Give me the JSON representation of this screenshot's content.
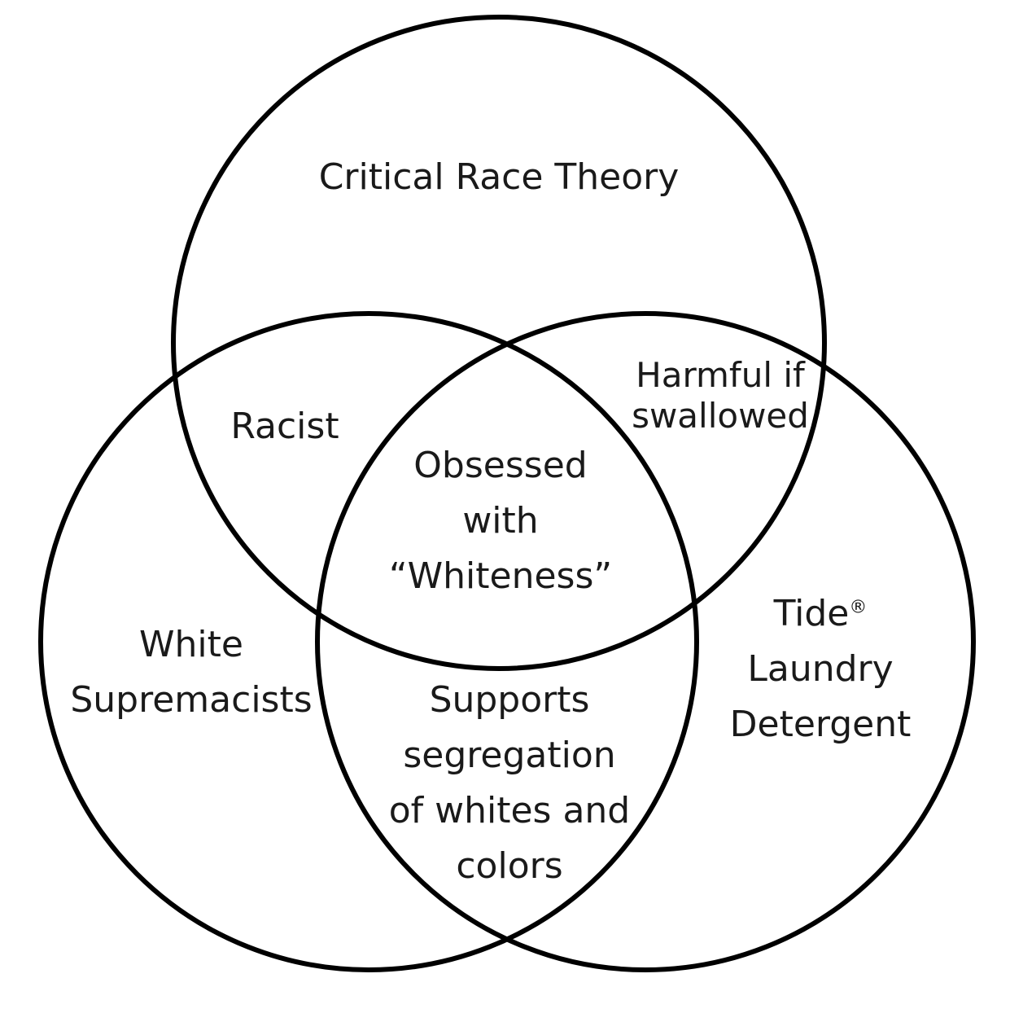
{
  "diagram": {
    "sets": {
      "top": "Critical Race Theory",
      "left_lines": [
        "White",
        "Supremacists"
      ],
      "right_lines": [
        "Tide",
        "Laundry",
        "Detergent"
      ],
      "right_mark": "®"
    },
    "overlaps": {
      "top_left": "Racist",
      "top_right_lines": [
        "Harmful if",
        "swallowed"
      ],
      "left_right_lines": [
        "Supports",
        "segregation",
        "of whites and",
        "colors"
      ],
      "center_lines": [
        "Obsessed",
        "with",
        "“Whiteness”"
      ]
    },
    "colors": {
      "stroke": "#000000",
      "text": "#1a1a1a",
      "background": "#ffffff"
    }
  }
}
